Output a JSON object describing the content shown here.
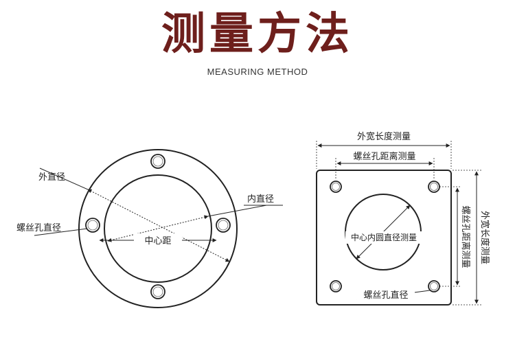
{
  "header": {
    "title": "测量方法",
    "subtitle": "MEASURING METHOD"
  },
  "colors": {
    "title": "#6e1f1c",
    "line": "#222222"
  },
  "round_flange": {
    "outer_diameter": "外直径",
    "inner_diameter": "内直径",
    "bolt_hole_diameter": "螺丝孔直径",
    "center_distance": "中心距"
  },
  "square_flange": {
    "outer_width": "外宽长度测量",
    "bolt_hole_distance": "螺丝孔距离测量",
    "center_circle_diameter": "中心内圆直径测量",
    "bolt_hole_diameter": "螺丝孔直径",
    "outer_length_vertical": "外宽长度测量",
    "bolt_hole_distance_vertical": "螺丝孔距离测量"
  }
}
